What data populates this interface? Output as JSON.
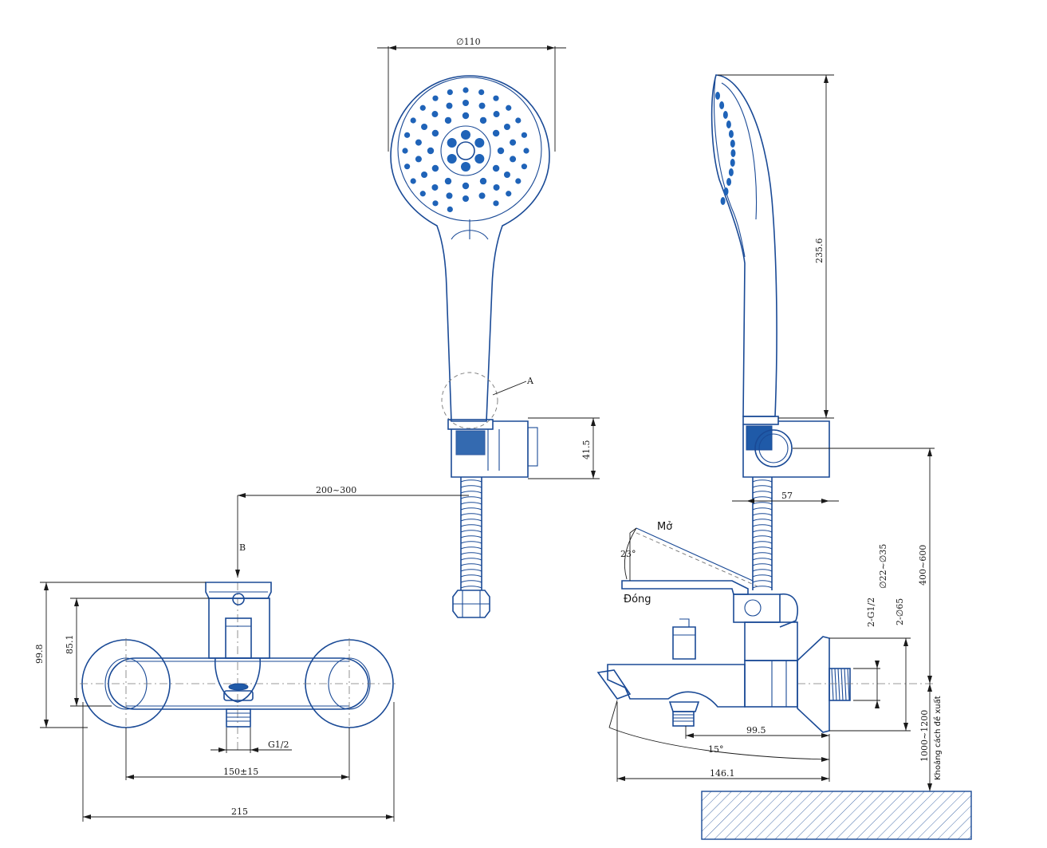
{
  "colors": {
    "outline": "#1a4a96",
    "accent_fill": "#1f5aa8",
    "dimension": "#1a1a1a"
  },
  "dimensions": {
    "head_diameter": "∅110",
    "handle_length": "235.6",
    "holder_height": "41.5",
    "holder_depth": "57",
    "hose_offset": "200~300",
    "outlet_size": "2-G1/2",
    "flange_range": "∅22~∅35",
    "flange_size": "2-∅65",
    "wall_to_floor": "400~600",
    "body_height_total": "99.8",
    "body_height_inner": "85.1",
    "thread": "G1/2",
    "centers": "150±15",
    "total_width": "215",
    "spout_reach_short": "99.5",
    "spout_reach_long": "146.1",
    "spout_angle": "15°",
    "lever_angle": "23°",
    "install_height": "1000~1200"
  },
  "callouts": {
    "detail_a": "A",
    "detail_b": "B"
  },
  "notes": {
    "open": "Mở",
    "closed": "Đóng",
    "install_note": "Khoảng cách đề xuất"
  }
}
